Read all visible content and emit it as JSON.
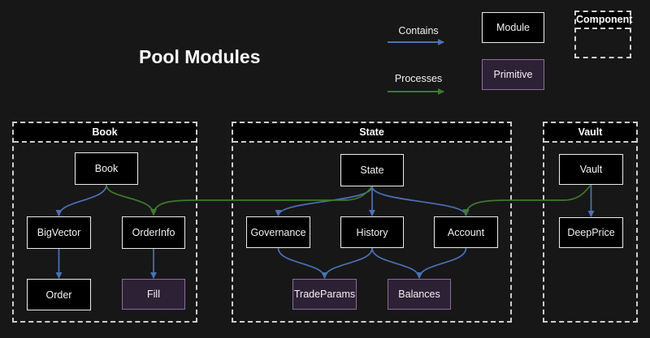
{
  "title": "Pool Modules",
  "colors": {
    "background": "#171717",
    "contains_blue": "#4a72b6",
    "processes_green": "#3e7a2b",
    "module_fill": "#000000",
    "module_border": "#ececec",
    "primitive_fill": "#2d2136",
    "primitive_border": "#8d6c9e",
    "component_border": "#d2d2d2",
    "text": "#f2f2f2"
  },
  "legend": {
    "contains_label": "Contains",
    "processes_label": "Processes",
    "module_label": "Module",
    "primitive_label": "Primitive",
    "component_label": "Component"
  },
  "containers": [
    {
      "id": "book",
      "label": "Book"
    },
    {
      "id": "state",
      "label": "State"
    },
    {
      "id": "vault",
      "label": "Vault"
    }
  ],
  "nodes": [
    {
      "id": "book",
      "label": "Book",
      "type": "module",
      "container": "book"
    },
    {
      "id": "bigvector",
      "label": "BigVector",
      "type": "module",
      "container": "book"
    },
    {
      "id": "orderinfo",
      "label": "OrderInfo",
      "type": "module",
      "container": "book"
    },
    {
      "id": "order",
      "label": "Order",
      "type": "module",
      "container": "book"
    },
    {
      "id": "fill",
      "label": "Fill",
      "type": "primitive",
      "container": "book"
    },
    {
      "id": "state",
      "label": "State",
      "type": "module",
      "container": "state"
    },
    {
      "id": "governance",
      "label": "Governance",
      "type": "module",
      "container": "state"
    },
    {
      "id": "history",
      "label": "History",
      "type": "module",
      "container": "state"
    },
    {
      "id": "account",
      "label": "Account",
      "type": "module",
      "container": "state"
    },
    {
      "id": "tradeparams",
      "label": "TradeParams",
      "type": "primitive",
      "container": "state"
    },
    {
      "id": "balances",
      "label": "Balances",
      "type": "primitive",
      "container": "state"
    },
    {
      "id": "vault",
      "label": "Vault",
      "type": "module",
      "container": "vault"
    },
    {
      "id": "deepprice",
      "label": "DeepPrice",
      "type": "module",
      "container": "vault"
    }
  ],
  "edges": [
    {
      "from": "book",
      "to": "bigvector",
      "type": "contains"
    },
    {
      "from": "bigvector",
      "to": "order",
      "type": "contains"
    },
    {
      "from": "orderinfo",
      "to": "fill",
      "type": "contains"
    },
    {
      "from": "state",
      "to": "governance",
      "type": "contains"
    },
    {
      "from": "state",
      "to": "history",
      "type": "contains"
    },
    {
      "from": "state",
      "to": "account",
      "type": "contains"
    },
    {
      "from": "governance",
      "to": "tradeparams",
      "type": "contains"
    },
    {
      "from": "history",
      "to": "tradeparams",
      "type": "contains"
    },
    {
      "from": "history",
      "to": "balances",
      "type": "contains"
    },
    {
      "from": "account",
      "to": "balances",
      "type": "contains"
    },
    {
      "from": "vault",
      "to": "deepprice",
      "type": "contains"
    },
    {
      "from": "book",
      "to": "orderinfo",
      "type": "processes"
    },
    {
      "from": "state",
      "to": "orderinfo",
      "type": "processes"
    },
    {
      "from": "vault",
      "to": "account",
      "type": "processes"
    }
  ]
}
